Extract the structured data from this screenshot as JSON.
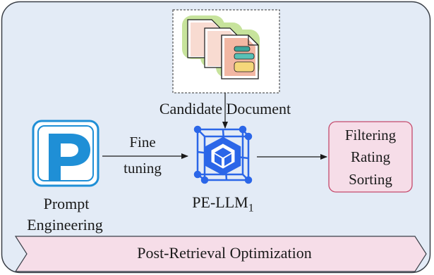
{
  "diagram": {
    "candidate_label": "Candidate Document",
    "fine_tuning_line1": "Fine",
    "fine_tuning_line2": "tuning",
    "prompt_line1": "Prompt",
    "prompt_line2": "Engineering",
    "model_name": "PE-LLM",
    "model_subscript": "1",
    "output_lines": [
      "Filtering",
      "Rating",
      "Sorting"
    ],
    "banner_label": "Post-Retrieval Optimization",
    "colors": {
      "panel_bg": "#e3ebf6",
      "panel_border": "#3a3f47",
      "banner_bg": "#f6dde8",
      "output_bg": "#f6dde8",
      "output_border": "#c44a6c",
      "p_icon": "#1f8fd6",
      "llm_icon": "#2b66e8",
      "doc_back": "#c7e39c",
      "doc_page": "#f2b7a3"
    }
  }
}
